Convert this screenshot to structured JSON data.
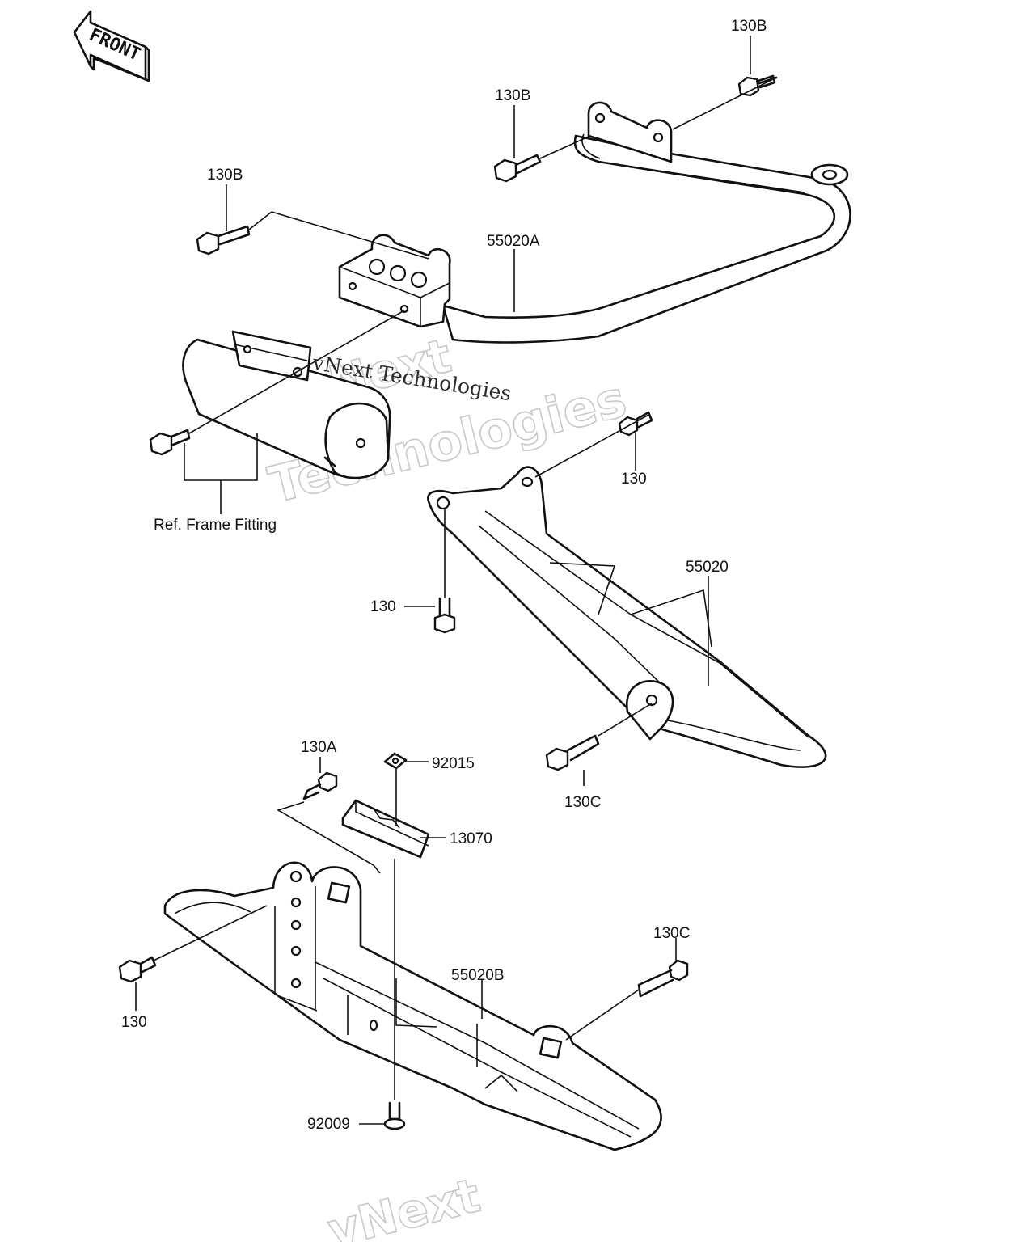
{
  "diagram": {
    "front_arrow": "FRONT",
    "labels": {
      "bolt_130b_top": "130B",
      "bolt_130b_mid": "130B",
      "bolt_130b_left": "130B",
      "guard_55020a": "55020A",
      "ref_frame_fitting": "Ref. Frame Fitting",
      "bolt_130_top_right": "130",
      "guard_55020": "55020",
      "bolt_130_mid_left": "130",
      "bolt_130c_mid": "130C",
      "bolt_130a": "130A",
      "nut_92015": "92015",
      "rubber_13070": "13070",
      "bolt_130c_bottom": "130C",
      "bolt_130_bottom_left": "130",
      "guard_55020b": "55020B",
      "screw_92009": "92009"
    },
    "watermarks": {
      "outline_1": "vNext",
      "outline_2": "Technologies",
      "solid": "vNext Technologies",
      "outline_bottom": "vNext"
    }
  }
}
